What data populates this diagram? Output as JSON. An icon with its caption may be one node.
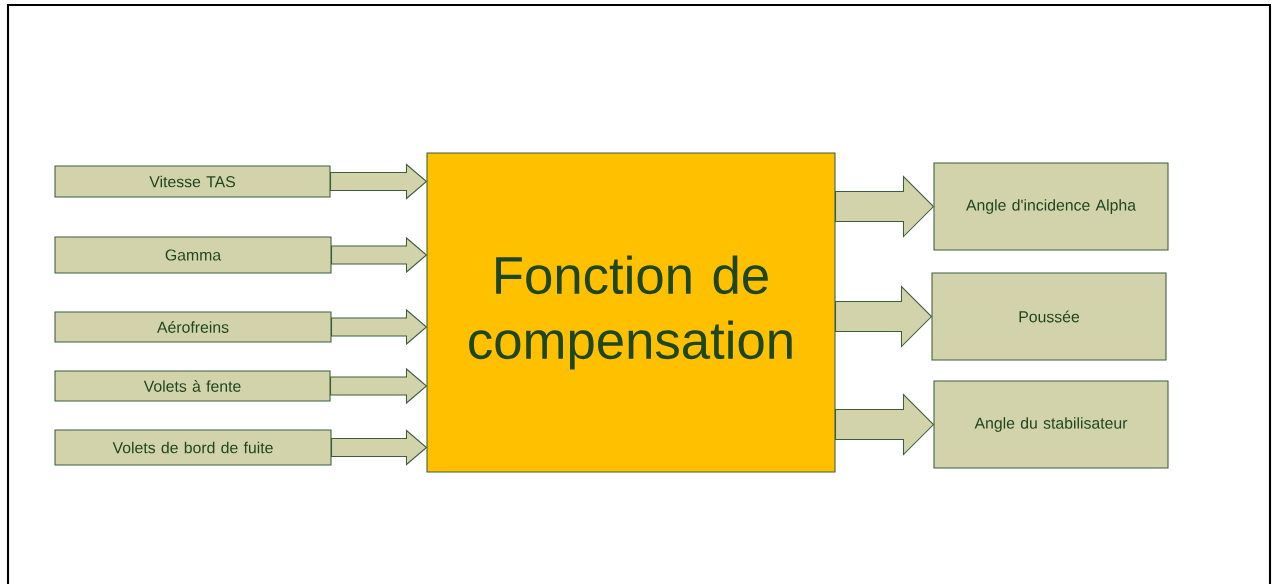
{
  "diagram": {
    "nodes": [
      {
        "text": [
          "Vitesse TAS"
        ]
      },
      {
        "text": [
          "Gamma"
        ]
      },
      {
        "text": [
          "Aérofreins"
        ]
      },
      {
        "text": [
          "Volets à fente"
        ]
      },
      {
        "text": [
          "Volets de bord de fuite"
        ]
      },
      {
        "text": [
          "Fonction de compensation"
        ]
      },
      {
        "text": [
          "Angle d'incidence Alpha"
        ]
      },
      {
        "text": [
          "Poussée"
        ]
      },
      {
        "text": [
          "Angle du stabilisateur"
        ]
      }
    ],
    "edges": [
      {
        "from": 0,
        "to": 5,
        "arrow": "to"
      },
      {
        "from": 1,
        "to": 5,
        "arrow": "to"
      },
      {
        "from": 2,
        "to": 5,
        "arrow": "to"
      },
      {
        "from": 3,
        "to": 5,
        "arrow": "to"
      },
      {
        "from": 4,
        "to": 5,
        "arrow": "to"
      },
      {
        "from": 5,
        "to": 6,
        "arrow": "to"
      },
      {
        "from": 5,
        "to": 7,
        "arrow": "to"
      },
      {
        "from": 5,
        "to": 8,
        "arrow": "to"
      }
    ]
  }
}
